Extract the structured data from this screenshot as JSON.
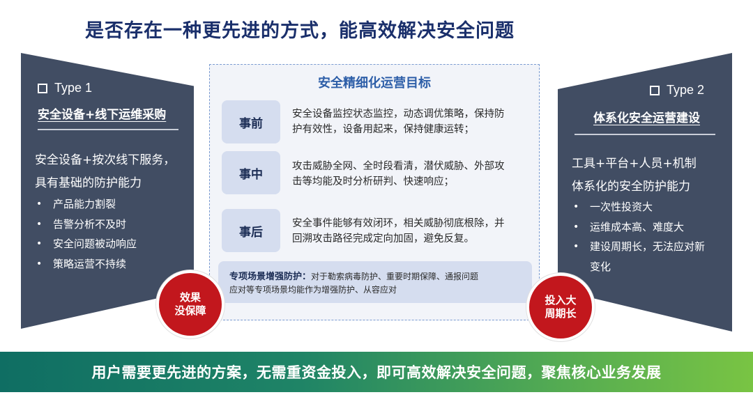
{
  "title": "是否存在一种更先进的方式，能高效解决安全问题",
  "left_panel": {
    "type_label": "Type 1",
    "heading": "安全设备+线下运维采购",
    "desc_line1": "安全设备+按次线下服务，",
    "desc_line2": "具有基础的防护能力",
    "items": [
      "产品能力割裂",
      "告警分析不及时",
      "安全问题被动响应",
      "策略运营不持续"
    ]
  },
  "right_panel": {
    "type_label": "Type 2",
    "heading": "体系化安全运营建设",
    "desc_line1": "工具+平台+人员+机制",
    "desc_line2": "体系化的安全防护能力",
    "items": [
      "一次性投资大",
      "运维成本高、难度大",
      "建设周期长，无法应对新",
      "变化"
    ]
  },
  "center": {
    "title": "安全精细化运营目标",
    "stages": [
      {
        "label": "事前",
        "desc_line1": "安全设备监控状态监控，动态调优策略，保持防",
        "desc_line2": "护有效性，设备用起来，保持健康运转；"
      },
      {
        "label": "事中",
        "desc_line1": "攻击威胁全网、全时段看清，潜伏威胁、外部攻",
        "desc_line2": "击等均能及时分析研判、快速响应；"
      },
      {
        "label": "事后",
        "desc_line1": "安全事件能够有效闭环，相关威胁彻底根除，并",
        "desc_line2": "回溯攻击路径完成定向加固，避免反复。"
      }
    ],
    "special_label": "专项场景增强防护：",
    "special_line1": "对于勒索病毒防护、重要时期保障、通报问题",
    "special_line2": "应对等专项场景均能作为增强防护、从容应对"
  },
  "badge_left": {
    "line1": "效果",
    "line2": "没保障"
  },
  "badge_right": {
    "line1": "投入大",
    "line2": "周期长"
  },
  "banner": "用户需要更先进的方案，无需重资金投入，即可高效解决安全问题，聚焦核心业务发展",
  "colors": {
    "title": "#1a2f6b",
    "panel": "#414d63",
    "center_title": "#2d5ea8",
    "stage_box": "#d5ddef",
    "badge": "#c2171d",
    "banner_start": "#0f6e63",
    "banner_end": "#79c443"
  }
}
